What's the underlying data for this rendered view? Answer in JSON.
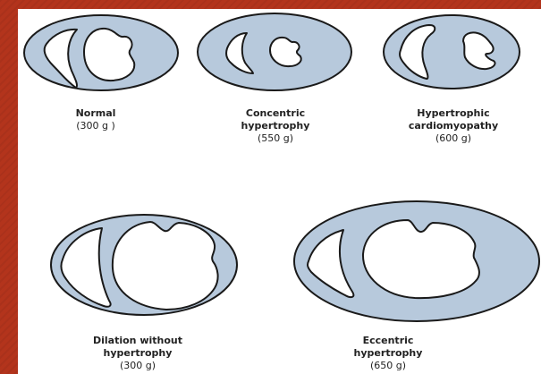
{
  "colors": {
    "background": "#b3341c",
    "panel": "#ffffff",
    "wall_fill": "#b7c9dc",
    "cavity_fill": "#ffffff",
    "outline": "#1a1a1a"
  },
  "specimens": [
    {
      "id": "normal",
      "title_lines": [
        "Normal"
      ],
      "weight": "(300 g )"
    },
    {
      "id": "concentric",
      "title_lines": [
        "Concentric",
        "hypertrophy"
      ],
      "weight": "(550 g)"
    },
    {
      "id": "hcm",
      "title_lines": [
        "Hypertrophic",
        "cardiomyopathy"
      ],
      "weight": "(600 g)"
    },
    {
      "id": "dilation",
      "title_lines": [
        "Dilation without",
        "hypertrophy"
      ],
      "weight": "(300 g)"
    },
    {
      "id": "eccentric",
      "title_lines": [
        "Eccentric",
        "hypertrophy"
      ],
      "weight": "(650 g)"
    }
  ]
}
